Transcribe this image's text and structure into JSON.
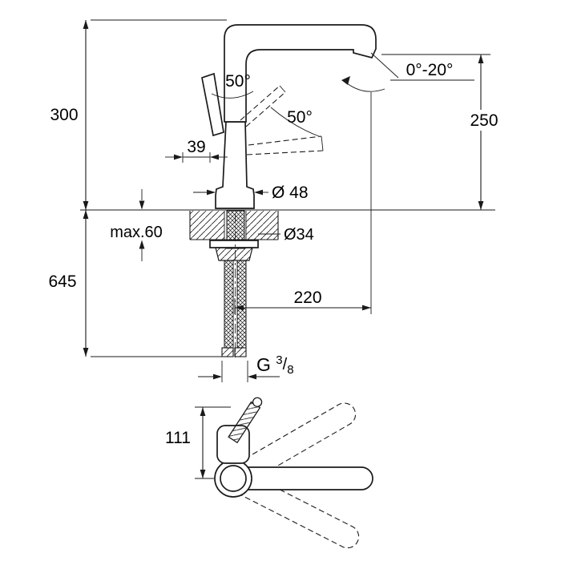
{
  "colors": {
    "line": "#1a1a1a",
    "text": "#000000",
    "background": "#ffffff"
  },
  "labels": {
    "total_height": "300",
    "outlet_height": "250",
    "tilt_range": "0°-20°",
    "handle_angle_a": "50°",
    "handle_angle_b": "50°",
    "handle_offset": "39",
    "base_diameter": "Ø 48",
    "hole_diameter": "Ø34",
    "max_thickness": "max.60",
    "under_depth": "645",
    "projection": "220",
    "thread_prefix": "G ",
    "thread_numerator": "3",
    "thread_slash": "/",
    "thread_denominator": "8",
    "top_offset": "111"
  }
}
